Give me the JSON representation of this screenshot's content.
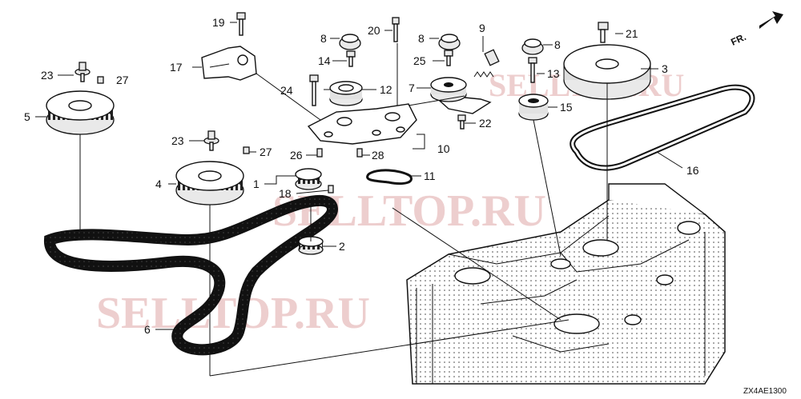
{
  "diagram": {
    "direction_label": "FR.",
    "code": "ZX4AE1300",
    "watermarks": [
      "SELLTOP.RU",
      "SELLTOP.RU",
      "SELLTOP.RU"
    ],
    "callouts": [
      "19",
      "20",
      "21",
      "9",
      "8",
      "8",
      "8",
      "17",
      "14",
      "25",
      "13",
      "3",
      "23",
      "27",
      "24",
      "12",
      "7",
      "22",
      "15",
      "5",
      "23",
      "27",
      "26",
      "10",
      "28",
      "16",
      "4",
      "1",
      "11",
      "18",
      "2",
      "6"
    ]
  }
}
